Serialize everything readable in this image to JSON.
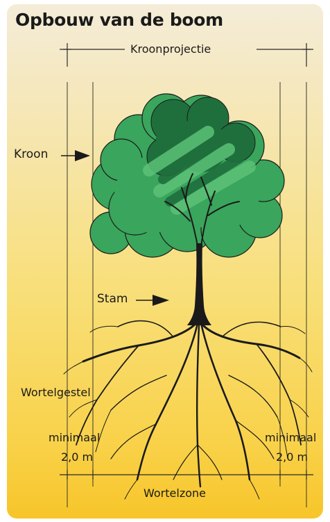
{
  "diagram": {
    "title": "Opbouw van de boom",
    "labels": {
      "kroonprojectie": "Kroonprojectie",
      "kroon": "Kroon",
      "stam": "Stam",
      "wortelgestel": "Wortelgestel",
      "minimaal_left": "minimaal",
      "distance_left": "2,0 m",
      "minimaal_right": "minimaal",
      "distance_right": "2,0 m",
      "wortelzone": "Wortelzone"
    }
  },
  "colors": {
    "crown_light": "#3aa55c",
    "crown_dark": "#1f6f3c",
    "crown_highlight": "#5cc277",
    "trunk": "#1a1a1a",
    "background_top": "#f4ecd8",
    "background_bottom": "#f7c52a"
  }
}
